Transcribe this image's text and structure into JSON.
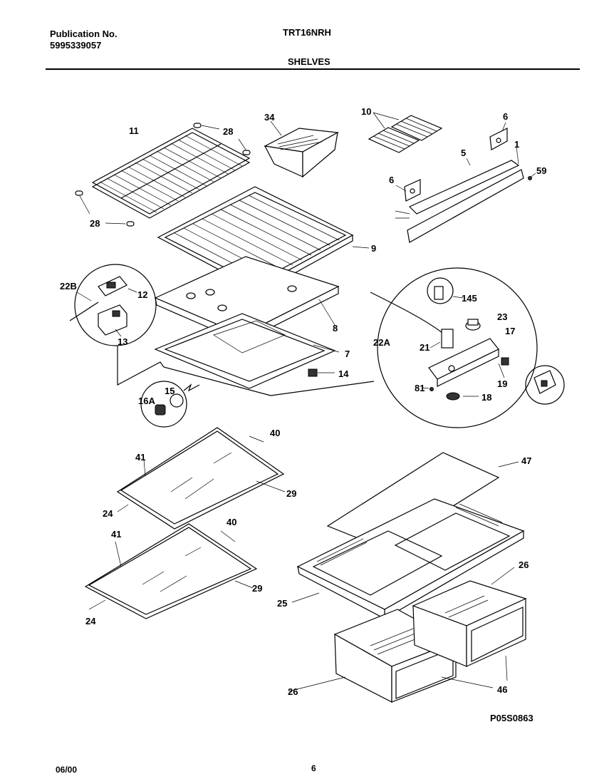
{
  "header": {
    "publication_label": "Publication No.",
    "publication_number": "5995339057",
    "model": "TRT16NRH",
    "section": "SHELVES"
  },
  "diagram": {
    "labels": {
      "l11": "11",
      "l28a": "28",
      "l28b": "28",
      "l34": "34",
      "l10": "10",
      "l6a": "6",
      "l5": "5",
      "l1": "1",
      "l59": "59",
      "l6b": "6",
      "l9": "9",
      "l22b": "22B",
      "l12": "12",
      "l13": "13",
      "l8": "8",
      "l7": "7",
      "l14": "14",
      "l145": "145",
      "l23": "23",
      "l17": "17",
      "l22a": "22A",
      "l21": "21",
      "l19": "19",
      "l81": "81",
      "l18": "18",
      "l15": "15",
      "l16a": "16A",
      "l40a": "40",
      "l41a": "41",
      "l29a": "29",
      "l24a": "24",
      "l40b": "40",
      "l41b": "41",
      "l29b": "29",
      "l24b": "24",
      "l47": "47",
      "l26a": "26",
      "l25": "25",
      "l26b": "26",
      "l46": "46"
    },
    "drawing_code": "P05S0863"
  },
  "footer": {
    "date": "06/00",
    "page": "6"
  }
}
